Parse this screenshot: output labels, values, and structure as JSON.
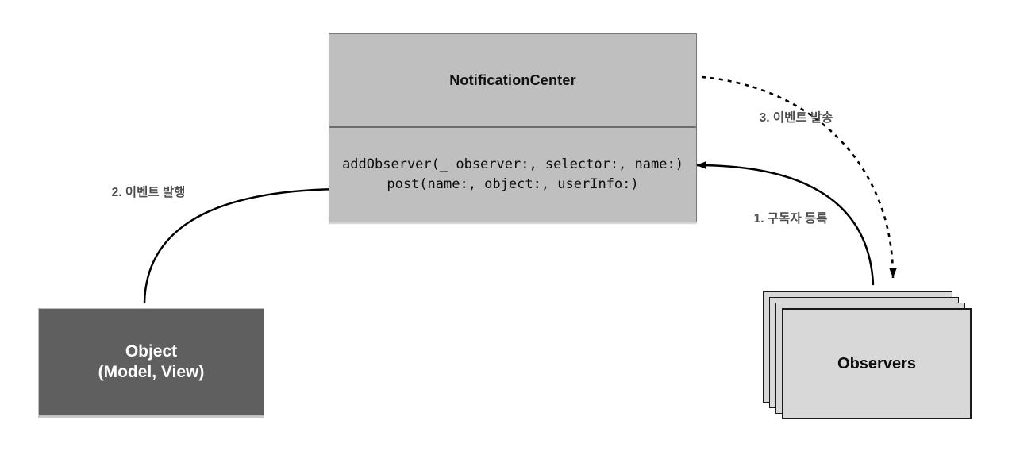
{
  "diagram": {
    "notification_center": {
      "title": "NotificationCenter",
      "methods": [
        "addObserver(_ observer:, selector:, name:)",
        "post(name:, object:, userInfo:)"
      ]
    },
    "object_box": {
      "line1": "Object",
      "line2": "(Model, View)"
    },
    "observers": {
      "label": "Observers",
      "card_count": 4
    },
    "arrows": {
      "register": {
        "label": "1. 구독자 등록",
        "style": "solid",
        "from": "Observers",
        "to": "NotificationCenter"
      },
      "publish": {
        "label": "2. 이벤트 발행",
        "style": "solid",
        "from": "Object",
        "to": "NotificationCenter"
      },
      "dispatch": {
        "label": "3. 이벤트 발송",
        "style": "dashed",
        "from": "NotificationCenter",
        "to": "Observers"
      }
    },
    "colors": {
      "center_box_fill": "#bfbfbf",
      "center_box_border": "#7a7a7a",
      "object_box_fill": "#5f5f5f",
      "object_box_text": "#ffffff",
      "observer_card_fill": "#d8d8d8",
      "observer_card_border": "#1a1a1a",
      "arrow": "#000000",
      "label_text": "#4d4d4d",
      "background": "#ffffff"
    }
  }
}
